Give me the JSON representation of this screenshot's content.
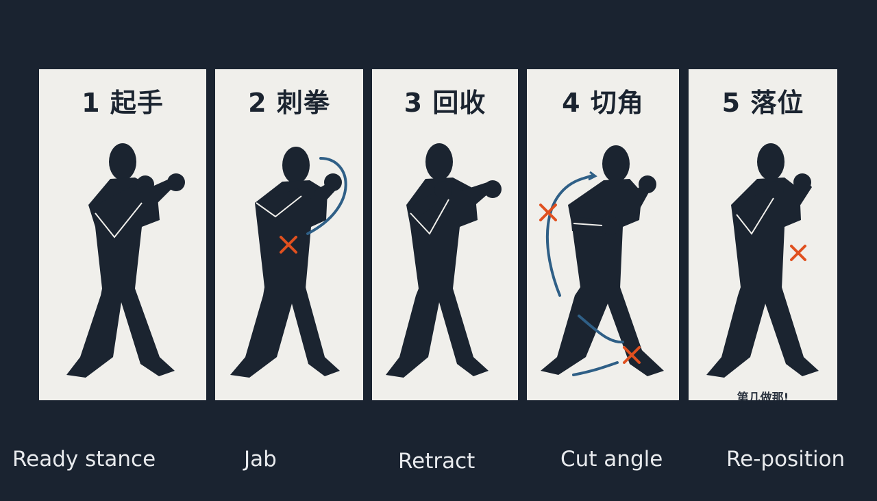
{
  "panels": [
    {
      "title": "1 起手",
      "caption": "Ready stance"
    },
    {
      "title": "2 刺拳",
      "caption": "Jab"
    },
    {
      "title": "3 回收",
      "caption": "Retract"
    },
    {
      "title": "4 切角",
      "caption": "Cut angle"
    },
    {
      "title": "5 落位",
      "caption": "Re-position",
      "watermark": "第几做那!"
    }
  ],
  "colors": {
    "background": "#1a2330",
    "panel": "#f0efeb",
    "figure": "#1b2430",
    "marker": "#e0501f",
    "arrow": "#2f5f86"
  }
}
